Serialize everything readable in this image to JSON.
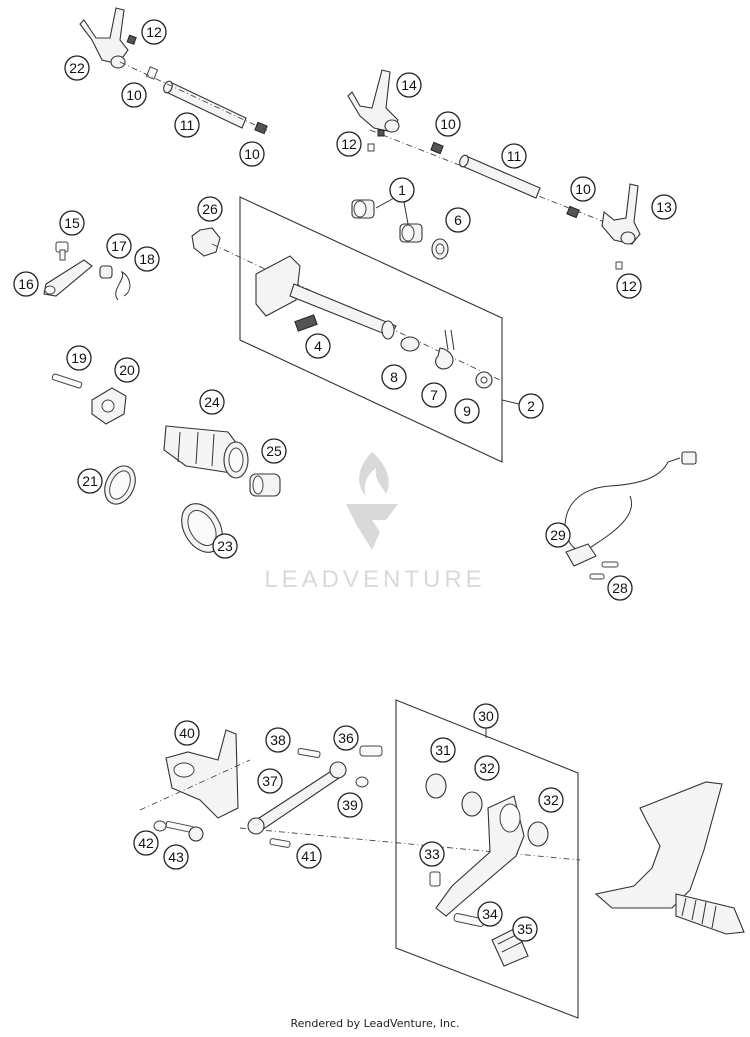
{
  "watermark": {
    "text": "LEADVENTURE"
  },
  "footer": {
    "text": "Rendered by LeadVenture, Inc."
  },
  "callouts": {
    "c1": "1",
    "c2": "2",
    "c4": "4",
    "c6": "6",
    "c7": "7",
    "c8": "8",
    "c9": "9",
    "c10a": "10",
    "c10b": "10",
    "c10c": "10",
    "c10d": "10",
    "c11a": "11",
    "c11b": "11",
    "c12a": "12",
    "c12b": "12",
    "c12c": "12",
    "c13": "13",
    "c14": "14",
    "c15": "15",
    "c16": "16",
    "c17": "17",
    "c18": "18",
    "c19": "19",
    "c20": "20",
    "c21": "21",
    "c22": "22",
    "c23": "23",
    "c24": "24",
    "c25": "25",
    "c26": "26",
    "c28": "28",
    "c29": "29",
    "c30": "30",
    "c31": "31",
    "c32a": "32",
    "c32b": "32",
    "c33": "33",
    "c34": "34",
    "c35": "35",
    "c36": "36",
    "c37": "37",
    "c38": "38",
    "c39": "39",
    "c40": "40",
    "c41": "41",
    "c42": "42",
    "c43": "43"
  }
}
